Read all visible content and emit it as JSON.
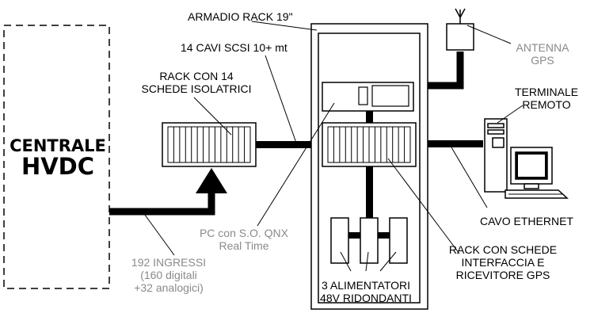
{
  "diagram": {
    "central": {
      "line1": "CENTRALE",
      "line2": "HVDC"
    },
    "labels": {
      "rack_19": "ARMADIO RACK 19\"",
      "scsi_cables": "14 CAVI SCSI 10+ mt",
      "isolator_rack": "RACK CON 14\nSCHEDE ISOLATRICI",
      "antenna": "ANTENNA\nGPS",
      "terminal": "TERMINALE\nREMOTO",
      "ethernet": "CAVO ETHERNET",
      "pc": "PC con S.O. QNX\nReal Time",
      "inputs": "192 INGRESSI\n(160 digitali\n+32 analogici)",
      "interface_rack": "RACK CON SCHEDE\nINTERFACCIA E\nRICEVITORE GPS",
      "power": "3 ALIMENTATORI\n48V RIDONDANTI"
    },
    "colors": {
      "line": "#000000",
      "grey_text": "#8a8a8a",
      "background": "#ffffff"
    }
  }
}
